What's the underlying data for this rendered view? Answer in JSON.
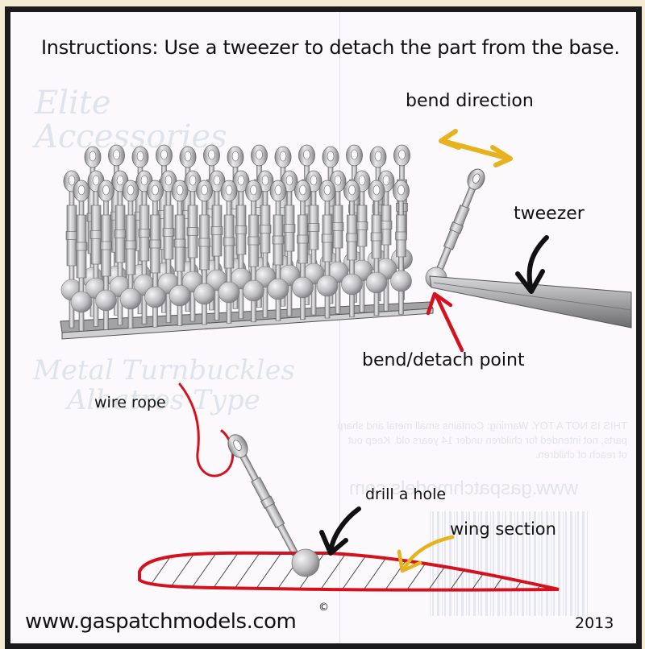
{
  "instructions": "Instructions: Use a tweezer to detach the part from the base.",
  "labels": {
    "bend_direction": "bend direction",
    "tweezer": "tweezer",
    "bend_detach_point": "bend/detach point",
    "wire_rope": "wire rope",
    "drill_a_hole": "drill a hole",
    "wing_section": "wing section"
  },
  "footer": {
    "website": "www.gaspatchmodels.com",
    "copyright_symbol": "©",
    "year": "2013"
  },
  "background_bleed": {
    "title_1": "Elite",
    "title_2": "Accessories",
    "product_1": "Metal Turnbuckles",
    "product_2": "Albatros Type",
    "warning": "THIS IS NOT A TOY. Warning: Contains small metal and sharp parts, not intended for children under 14 years old. Keep out of reach of children.",
    "website": "www.gaspatchmodels.com"
  },
  "colors": {
    "arrow_yellow": "#e6b31e",
    "arrow_red": "#d4121f",
    "arrow_black": "#111111",
    "wing_outline": "#d4121f",
    "border": "#1b1b1d"
  }
}
